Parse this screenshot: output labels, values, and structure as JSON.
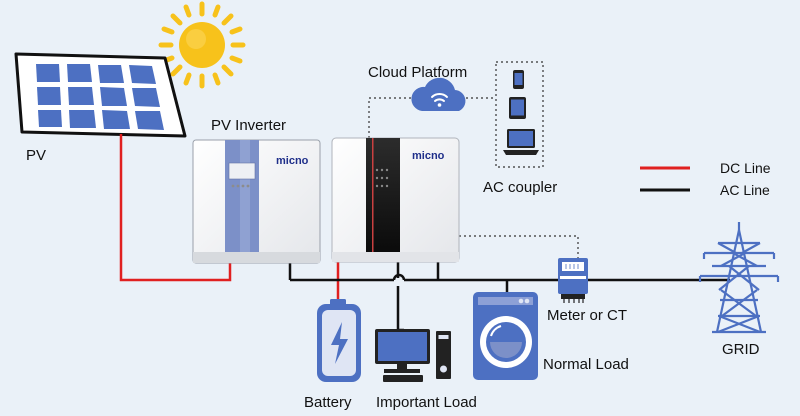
{
  "labels": {
    "pv": "PV",
    "pv_inverter": "PV  Inverter",
    "cloud_platform": "Cloud Platform",
    "ac_coupler": "AC coupler",
    "battery": "Battery",
    "important_load": "Important Load",
    "meter": "Meter or CT",
    "normal_load": "Normal Load",
    "grid": "GRID"
  },
  "brand": {
    "pv_inverter_logo": "micno",
    "ac_coupler_logo": "micno"
  },
  "legend": [
    {
      "label": "DC Line",
      "color": "#e02020"
    },
    {
      "label": "AC  Line",
      "color": "#111111"
    }
  ],
  "colors": {
    "background": "#eaf1f8",
    "dc_line": "#e02020",
    "ac_line": "#111111",
    "device_blue": "#7c90c8",
    "panel_blue": "#4d70c2",
    "sun": "#f7c21b"
  },
  "icons": [
    "sun-icon",
    "solar-panel-icon",
    "cloud-wifi-icon",
    "phone-icon",
    "tablet-icon",
    "laptop-icon",
    "battery-icon",
    "desktop-pc-icon",
    "washing-machine-icon",
    "meter-icon",
    "pylon-icon"
  ]
}
